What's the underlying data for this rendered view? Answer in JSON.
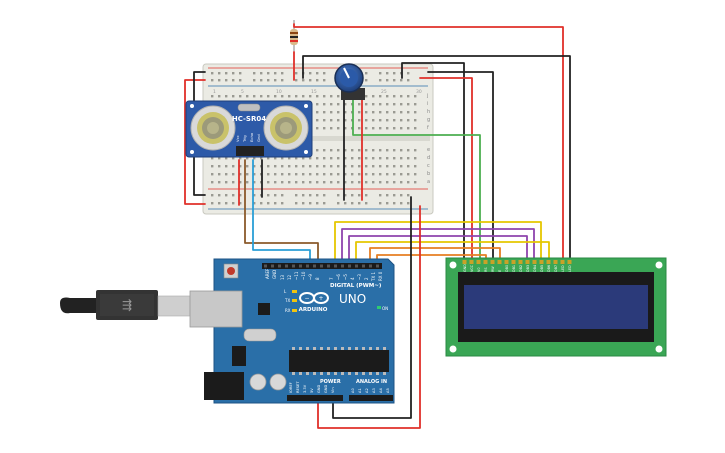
{
  "sensor": {
    "model": "HC-SR04",
    "pins": [
      "Vcc",
      "Trig",
      "Echo",
      "Gnd"
    ]
  },
  "arduino": {
    "model": "UNO",
    "brand": "ARDUINO",
    "digital_label": "DIGITAL (PWM~)",
    "power_label": "POWER",
    "analog_label": "ANALOG IN",
    "on_label": "ON",
    "tx_label": "TX",
    "rx_label": "RX",
    "l_label": "L",
    "aref_label": "AREF",
    "gnd_label": "GND",
    "digital_pins": [
      "13",
      "12",
      "~11",
      "~10",
      "~9",
      "8",
      "7",
      "~6",
      "~5",
      "4",
      "~3",
      "2",
      "TX 1",
      "RX 0"
    ],
    "power_pins": [
      "IOREF",
      "RESET",
      "3.3V",
      "5V",
      "GND",
      "GND",
      "Vin"
    ],
    "analog_pins": [
      "A0",
      "A1",
      "A2",
      "A3",
      "A4",
      "A5"
    ]
  },
  "breadboard": {
    "row_letters_top": [
      "j",
      "i",
      "h",
      "g",
      "f"
    ],
    "row_letters_bottom": [
      "e",
      "d",
      "c",
      "b",
      "a"
    ],
    "column_numbers": [
      "1",
      "5",
      "10",
      "15",
      "20",
      "25",
      "30"
    ]
  },
  "lcd": {
    "pins": [
      "GND",
      "VCC",
      "V0",
      "RS",
      "RW",
      "E",
      "DB0",
      "DB1",
      "DB2",
      "DB3",
      "DB4",
      "DB5",
      "DB6",
      "DB7",
      "LED",
      "LED"
    ]
  },
  "colors": {
    "red_wire": "#e0302a",
    "black_wire": "#222222",
    "green_wire": "#4caf50",
    "yellow_wire": "#e5c700",
    "purple_wire": "#8e44ad",
    "orange_wire": "#e67e22",
    "brown_wire": "#8b5a2b",
    "blue_wire": "#2a9fd6",
    "arduino_board": "#2a6fa8",
    "lcd_board": "#3aa655",
    "lcd_screen": "#2b3a7a",
    "sensor_board": "#2d5aa8",
    "breadboard": "#ebebe4"
  }
}
